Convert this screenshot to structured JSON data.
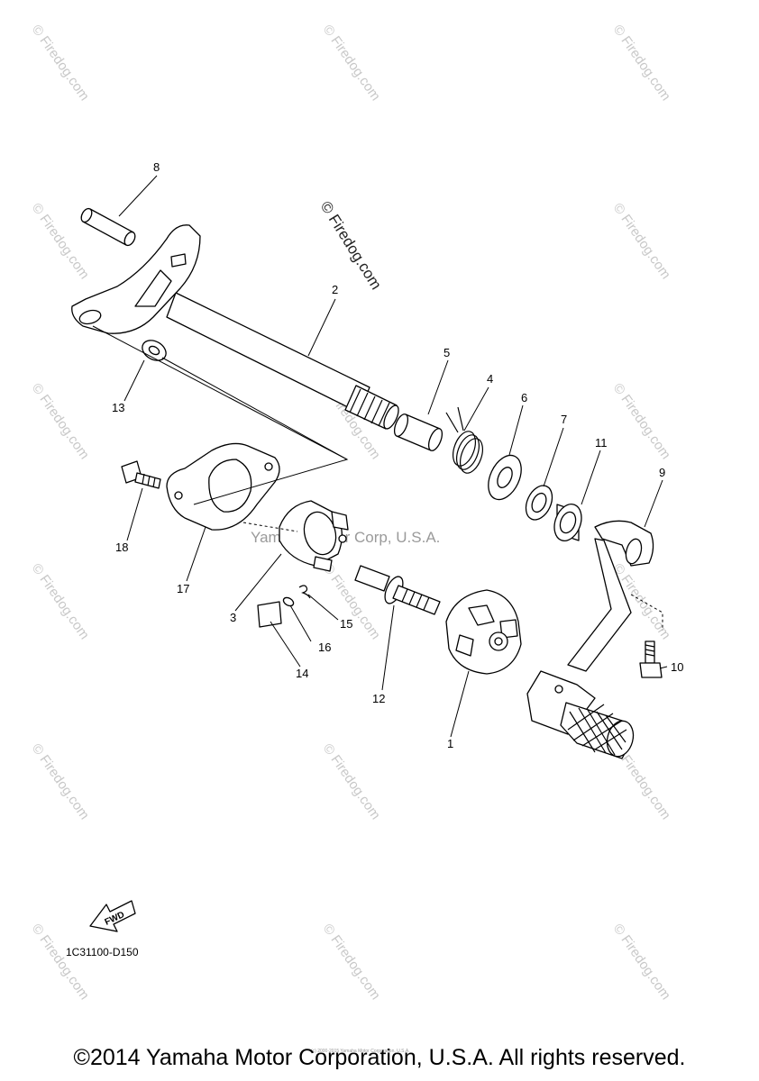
{
  "callouts": {
    "c1": "1",
    "c2": "2",
    "c3": "3",
    "c4": "4",
    "c5": "5",
    "c6": "6",
    "c7": "7",
    "c8": "8",
    "c9": "9",
    "c10": "10",
    "c11": "11",
    "c12": "12",
    "c13": "13",
    "c14": "14",
    "c15": "15",
    "c16": "16",
    "c17": "17",
    "c18": "18"
  },
  "watermark": {
    "repeat_text": "© Firedog.com",
    "main_text": "© Firedog.com",
    "center_text": "Yamaha Motor Corp, U.S.A."
  },
  "fwd_label": "FWD",
  "part_code": "1C31100-D150",
  "fine_print": "(c) 2000-2015 Yamaha Motor Corporation, U.S.A.",
  "copyright": "©2014 Yamaha Motor Corporation, U.S.A. All rights reserved."
}
